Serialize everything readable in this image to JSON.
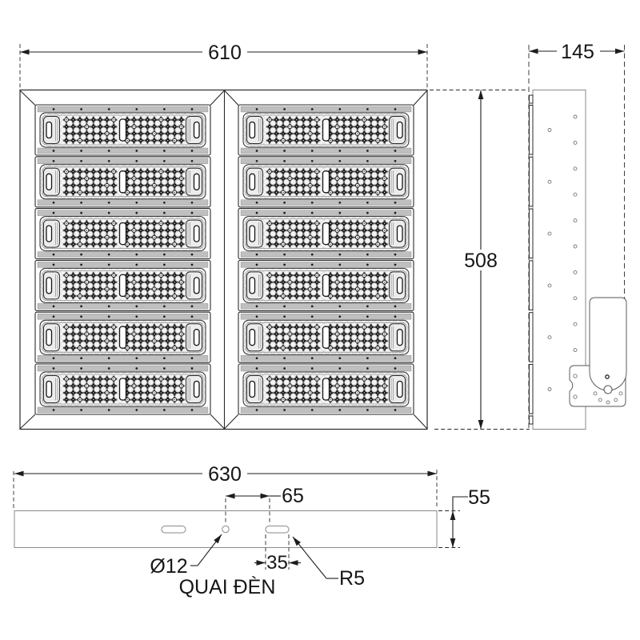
{
  "front": {
    "dim_width": "610",
    "dim_height": "508",
    "columns": 2,
    "rows": 6,
    "led_cols": 18,
    "led_rows": 4,
    "band_screws": 6
  },
  "side": {
    "dim_width": "145",
    "edge_segments": 6,
    "holes_inner": 6,
    "holes_outer": 12,
    "holes_arc": 5
  },
  "bottom": {
    "dim_width": "630",
    "dim_height": "55",
    "dim_offset": "65",
    "dim_slot": "35",
    "label_hole": "Ø12",
    "label_radius": "R5",
    "label_handle": "QUAI ĐÈN"
  },
  "colors": {
    "line": "#2a2a2a",
    "thin": "#8a8a8a",
    "led": "#141414",
    "band": "#bfbfbf",
    "text": "#161616",
    "background": "#ffffff"
  }
}
